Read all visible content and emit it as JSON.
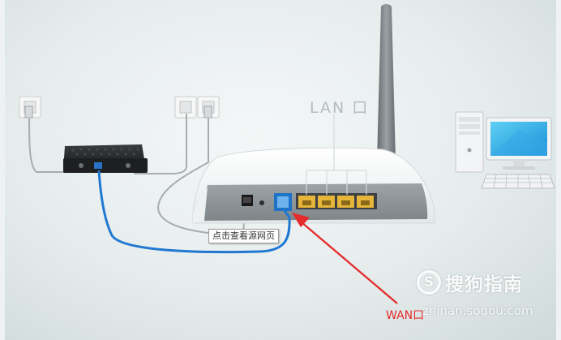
{
  "diagram": {
    "lan_label": "LAN 口",
    "wan_label": "WAN口",
    "view_source_label": "点击查看源网页"
  },
  "watermark": {
    "logo_letter": "S",
    "brand": "搜狗指南",
    "url": "zhinan.sogou.com"
  },
  "colors": {
    "wan_cable": "#1f78d1",
    "arrow": "#e42a2a",
    "lan_ports": "#e7b53a",
    "router_body": "#f2f5f6"
  }
}
